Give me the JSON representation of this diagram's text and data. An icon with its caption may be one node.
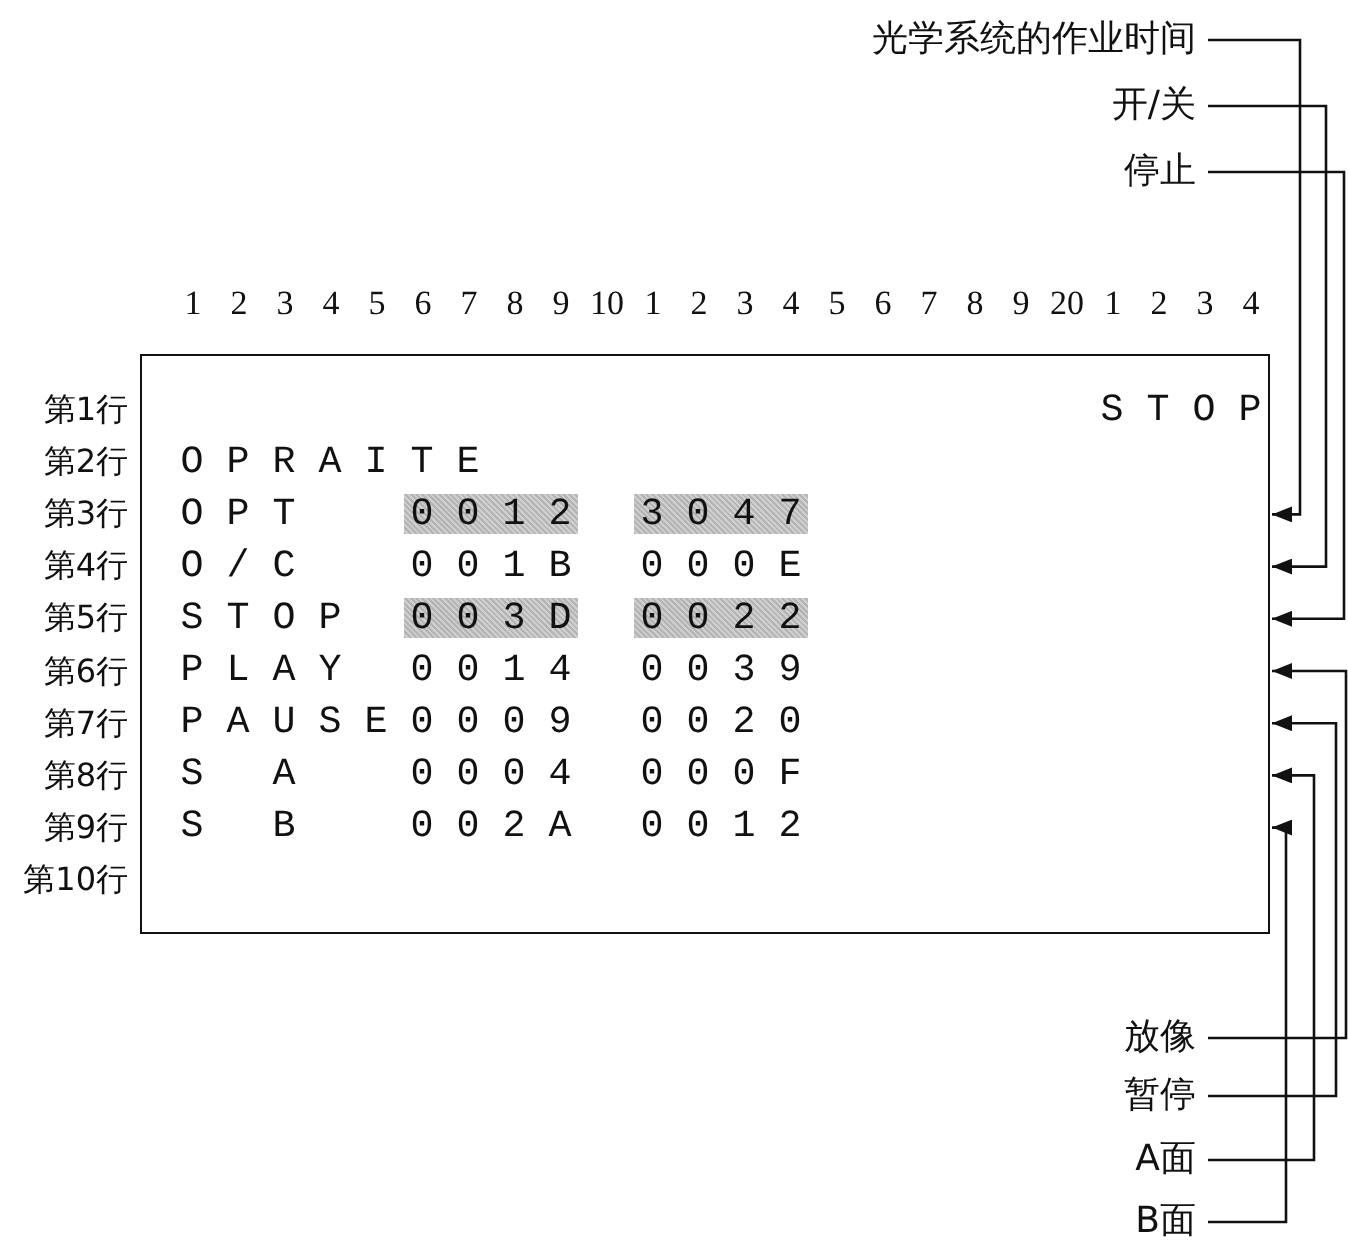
{
  "diagram": {
    "nodes": [
      {
        "text": [
          "S T O P",
          "O P R A I T E",
          "O P T",
          "O / C",
          "0 0 1 B",
          "0 0 0 E",
          "S T O P",
          "P L A Y",
          "0 0 1 4",
          "0 0 3 9",
          "P A U S E",
          "0 0 0 9",
          "0 0 2 0",
          "S A",
          "0 0 0 4",
          "0 0 0 F",
          "S B",
          "0 0 2 A",
          "0 0 1 2"
        ]
      },
      {
        "text": [
          "0 0 1 2"
        ],
        "in": 0
      },
      {
        "text": [
          "3 0 4 7"
        ],
        "in": 0
      },
      {
        "text": [
          "0 0 3 D"
        ],
        "in": 0
      },
      {
        "text": [
          "0 0 2 2"
        ],
        "in": 0
      },
      {
        "text": [
          "光学系统的作业时间"
        ]
      },
      {
        "text": [
          "开/关"
        ]
      },
      {
        "text": [
          "停止"
        ]
      },
      {
        "text": [
          "放像"
        ]
      },
      {
        "text": [
          "暂停"
        ]
      },
      {
        "text": [
          "A面"
        ]
      },
      {
        "text": [
          "B面"
        ]
      }
    ],
    "edges": [
      {
        "from": 5,
        "to": 0,
        "arrow": "to"
      },
      {
        "from": 6,
        "to": 0,
        "arrow": "to"
      },
      {
        "from": 7,
        "to": 0,
        "arrow": "to"
      },
      {
        "from": 8,
        "to": 0,
        "arrow": "to"
      },
      {
        "from": 9,
        "to": 0,
        "arrow": "to"
      },
      {
        "from": 10,
        "to": 0,
        "arrow": "to"
      },
      {
        "from": 11,
        "to": 0,
        "arrow": "to"
      }
    ],
    "labels": [
      "1",
      "2",
      "3",
      "4",
      "5",
      "6",
      "7",
      "8",
      "9",
      "10",
      "1",
      "2",
      "3",
      "4",
      "5",
      "6",
      "7",
      "8",
      "9",
      "20",
      "1",
      "2",
      "3",
      "4",
      "第1行",
      "第2行",
      "第3行",
      "第4行",
      "第5行",
      "第6行",
      "第7行",
      "第8行",
      "第9行",
      "第10行"
    ]
  }
}
